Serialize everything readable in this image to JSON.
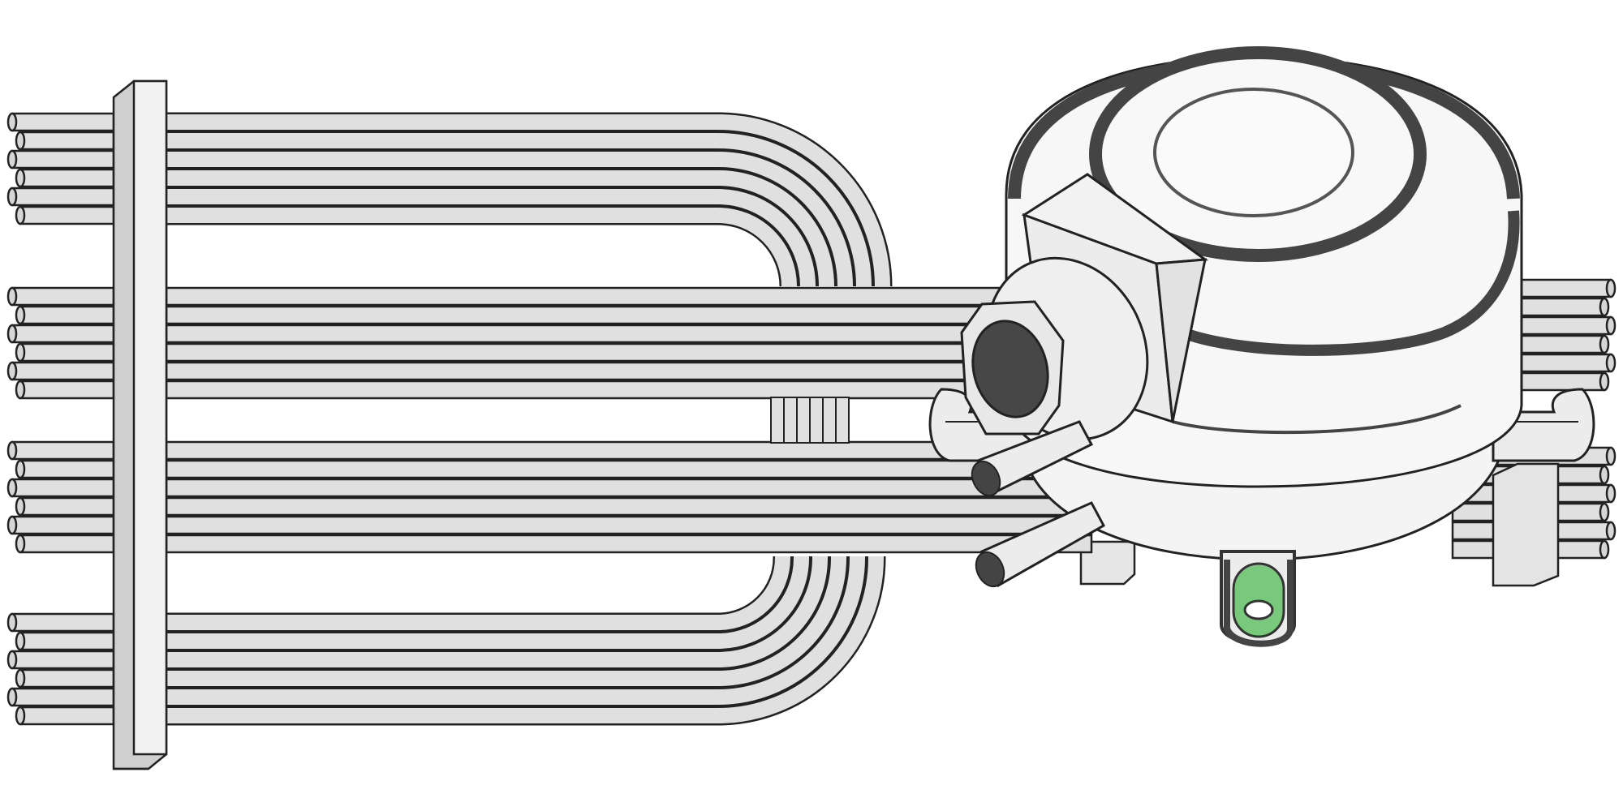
{
  "palette": {
    "background": "#ffffff",
    "tube_fill": "#e0e0e0",
    "outline": "#222222",
    "plate_fill": "#ececec",
    "plate_side": "#cfcfcf",
    "housing_fill": "#f6f6f6",
    "dark_ring": "#444444",
    "accent_green": "#79c97c"
  },
  "heater": {
    "tube_count": 24,
    "tubes_per_bank": 6,
    "bank_count": 4,
    "loop_count": 2
  },
  "switch": {
    "pressure_ports": 2,
    "mounting_tabs": 2,
    "terminal_window": "green"
  }
}
